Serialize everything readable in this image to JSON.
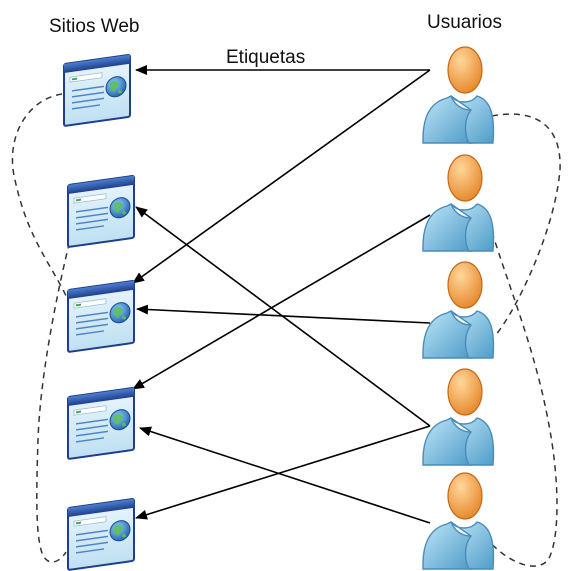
{
  "labels": {
    "websites_title": "Sitios Web",
    "users_title": "Usuarios",
    "tags_label": "Etiquetas"
  },
  "websites": [
    {
      "id": "web-1",
      "icon": "browser-window-globe-icon"
    },
    {
      "id": "web-2",
      "icon": "browser-window-globe-icon"
    },
    {
      "id": "web-3",
      "icon": "browser-window-globe-icon"
    },
    {
      "id": "web-4",
      "icon": "browser-window-globe-icon"
    },
    {
      "id": "web-5",
      "icon": "browser-window-globe-icon"
    }
  ],
  "users": [
    {
      "id": "user-1",
      "icon": "user-icon"
    },
    {
      "id": "user-2",
      "icon": "user-icon"
    },
    {
      "id": "user-3",
      "icon": "user-icon"
    },
    {
      "id": "user-4",
      "icon": "user-icon"
    },
    {
      "id": "user-5",
      "icon": "user-icon"
    }
  ],
  "tag_links": [
    {
      "from_user": 1,
      "to_website": 1
    },
    {
      "from_user": 1,
      "to_website": 3
    },
    {
      "from_user": 2,
      "to_website": 4
    },
    {
      "from_user": 3,
      "to_website": 3
    },
    {
      "from_user": 4,
      "to_website": 2
    },
    {
      "from_user": 4,
      "to_website": 5
    },
    {
      "from_user": 5,
      "to_website": 4
    }
  ],
  "colors": {
    "window_frame": "#2a4f9c",
    "window_body": "#d9ecf7",
    "globe": "#2f6fb8",
    "person_head": "#f3a13b",
    "person_body": "#7fbfe0",
    "arrow": "#000000",
    "cluster_outline": "#333333"
  }
}
